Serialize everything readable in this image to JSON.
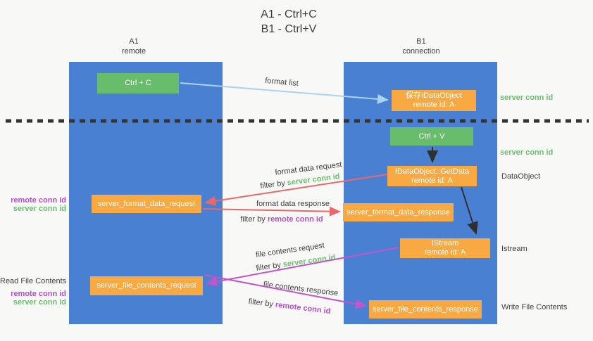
{
  "title": {
    "line1": "A1 - Ctrl+C",
    "line2": "B1 - Ctrl+V"
  },
  "lane_a": {
    "name": "A1",
    "subtitle": "remote"
  },
  "lane_b": {
    "name": "B1",
    "subtitle": "connection"
  },
  "boxes": {
    "ctrl_c": "Ctrl + C",
    "ctrl_v": "Ctrl + V",
    "save_obj_l1": "保存IDataObject",
    "save_obj_l2": "remote id: A",
    "getdata_l1": "IDataObject::GetData",
    "getdata_l2": "remote id: A",
    "istream_l1": "IStream",
    "istream_l2": "remote id: A",
    "format_req": "server_format_data_request",
    "format_res": "server_format_data_response",
    "file_req": "server_file_contents_request",
    "file_res": "server_file_contents_response"
  },
  "labels": {
    "format_list": "format list",
    "format_data_request": "format data request",
    "format_data_response": "format data response",
    "file_contents_request": "file contents request",
    "file_contents_response": "file contents response",
    "filter_by": "filter by",
    "server_conn_id": "server conn id",
    "remote_conn_id": "remote conn id",
    "read_file_contents": "Read File Contents",
    "write_file_contents": "Write File Contents",
    "dataobject": "DataObject",
    "istream": "Istream"
  },
  "colors": {
    "lane_blue": "#4a80d2",
    "action_green": "#67bd6b",
    "message_orange": "#f9a942",
    "server_conn_green": "#6abf6e",
    "remote_conn_purple": "#b44ecb",
    "request_red": "#e9696b",
    "response_magenta": "#c156c9",
    "format_list_blue": "#a9d3ee",
    "arrow_black": "#2f2f2f",
    "text_dark": "#3f3f3f",
    "background": "#f8f8f7"
  }
}
